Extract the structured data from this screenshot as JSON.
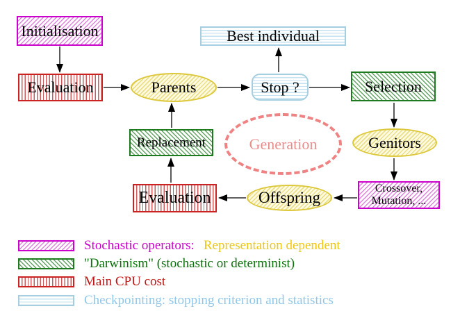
{
  "title": "Evolutionary algorithm generation cycle diagram",
  "nodes": {
    "initialisation": "Initialisation",
    "evaluation_top": "Evaluation",
    "parents": "Parents",
    "stop": "Stop ?",
    "best_individual": "Best individual",
    "selection": "Selection",
    "genitors": "Genitors",
    "crossover_line1": "Crossover,",
    "crossover_line2": "Mutation, ...",
    "offspring": "Offspring",
    "evaluation_bottom": "Evaluation",
    "replacement": "Replacement",
    "generation": "Generation"
  },
  "arrows": [
    "initialisation-to-evaluation",
    "evaluation-to-parents",
    "parents-to-stop",
    "stop-to-best-individual",
    "stop-to-selection",
    "selection-to-genitors",
    "genitors-to-crossover",
    "crossover-to-offspring",
    "offspring-to-evaluation",
    "evaluation-to-replacement",
    "replacement-to-parents"
  ],
  "legend": {
    "stochastic_label": "Stochastic operators:",
    "stochastic_note": "Representation dependent",
    "darwinism_label": "\"Darwinism\" (stochastic or determinist)",
    "cpu_label": "Main CPU cost",
    "checkpoint_label": "Checkpointing: stopping criterion and statistics"
  },
  "colors": {
    "magenta": "#cc00cc",
    "green_border": "#1e7a1e",
    "green_text": "#0c700c",
    "red": "#cc2222",
    "red_text": "#c41414",
    "cyan_border": "#a5cfe0",
    "cyan_text": "#90c7e8",
    "yellow_border": "#ddc83c",
    "yellow_text": "#eec716",
    "salmon": "#ef8282",
    "node_text": "#000000"
  }
}
